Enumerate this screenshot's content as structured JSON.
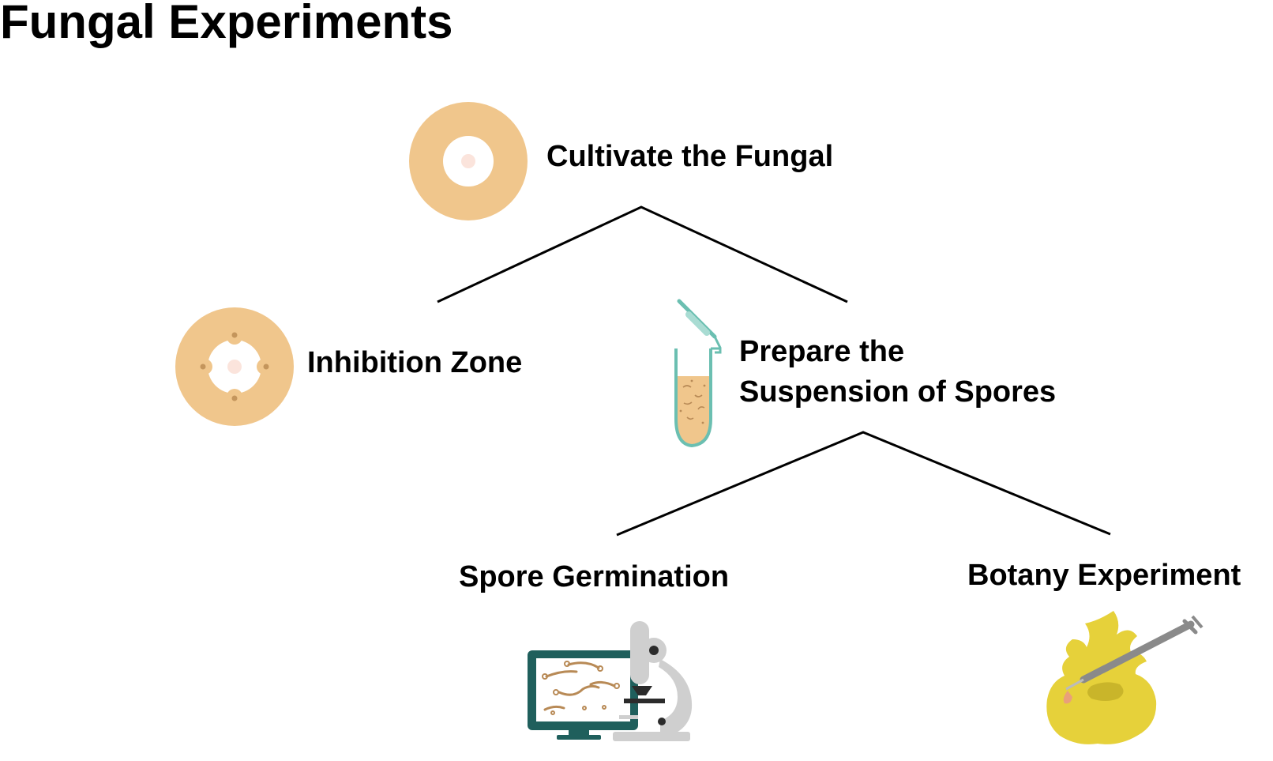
{
  "title": "Fungal Experiments",
  "nodes": {
    "cultivate": {
      "label": "Cultivate the Fungal",
      "icon": "petri-dish-icon"
    },
    "inhibition": {
      "label": "Inhibition Zone",
      "icon": "inhibition-dish-icon"
    },
    "prepare": {
      "label_line1": "Prepare the",
      "label_line2": "Suspension of Spores",
      "icon": "test-tube-pipette-icon"
    },
    "germination": {
      "label": "Spore Germination",
      "icon": "microscope-monitor-icon"
    },
    "botany": {
      "label": "Botany Experiment",
      "icon": "leaf-pipette-icon"
    }
  },
  "colors": {
    "dish": "#f0c68c",
    "dish_center": "#fbe4dc",
    "spore_dot": "#c4955c",
    "hypha": "#b88a56",
    "tube_outline": "#6bbfb1",
    "tube_liquid": "#f0c68c",
    "monitor": "#1f5f5c",
    "microscope": "#cfcfcf",
    "microscope_dark": "#2b2b2b",
    "leaf": "#e6d13a",
    "leaf_dark": "#c9b52a",
    "pipette": "#8a8a8a",
    "droplet": "#e9a07a",
    "line": "#000000"
  }
}
